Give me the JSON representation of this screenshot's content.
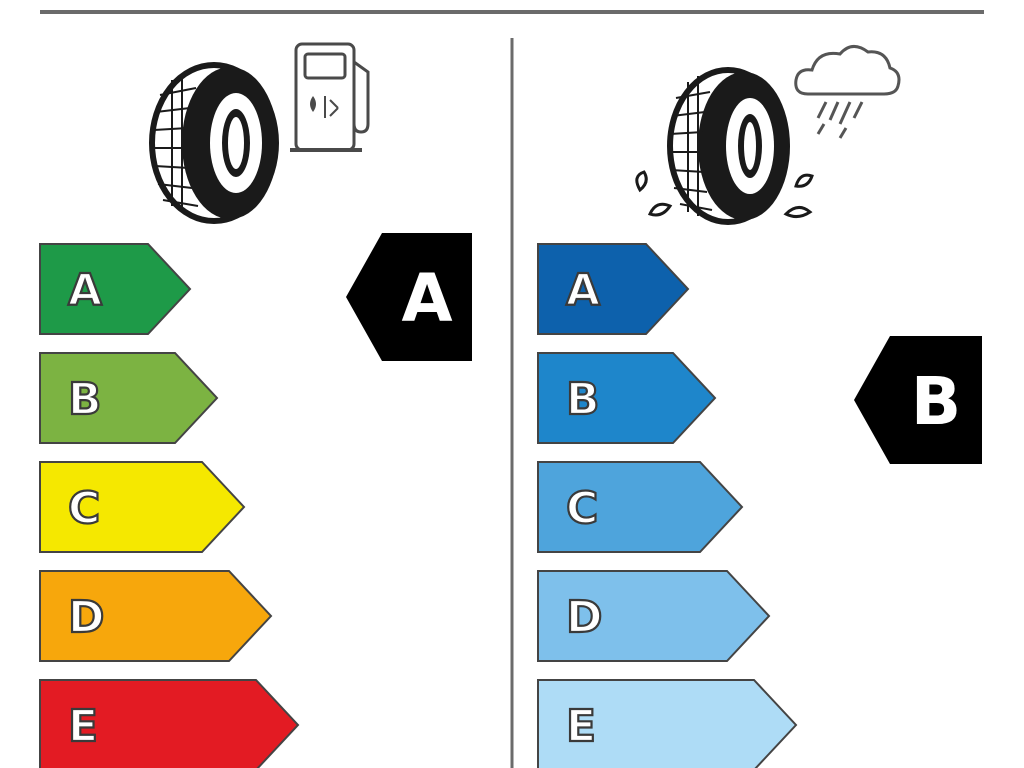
{
  "panels": [
    {
      "id": "fuel",
      "icon": "tire-fuel-pump-icon",
      "scale": [
        {
          "letter": "A",
          "color": "#1e9a48"
        },
        {
          "letter": "B",
          "color": "#7cb342"
        },
        {
          "letter": "C",
          "color": "#f5e800"
        },
        {
          "letter": "D",
          "color": "#f7a70c"
        },
        {
          "letter": "E",
          "color": "#e31b23"
        }
      ],
      "rating": "A"
    },
    {
      "id": "wet-grip",
      "icon": "tire-rain-cloud-icon",
      "scale": [
        {
          "letter": "A",
          "color": "#0d61ac"
        },
        {
          "letter": "B",
          "color": "#1e86cb"
        },
        {
          "letter": "C",
          "color": "#4ea4dc"
        },
        {
          "letter": "D",
          "color": "#7ec0eb"
        },
        {
          "letter": "E",
          "color": "#aedcf6"
        }
      ],
      "rating": "B"
    }
  ],
  "colors": {
    "rule": "#6b6b6b",
    "badge": "#000000",
    "tire": "#1a1a1a",
    "bar_outline": "#444444"
  }
}
